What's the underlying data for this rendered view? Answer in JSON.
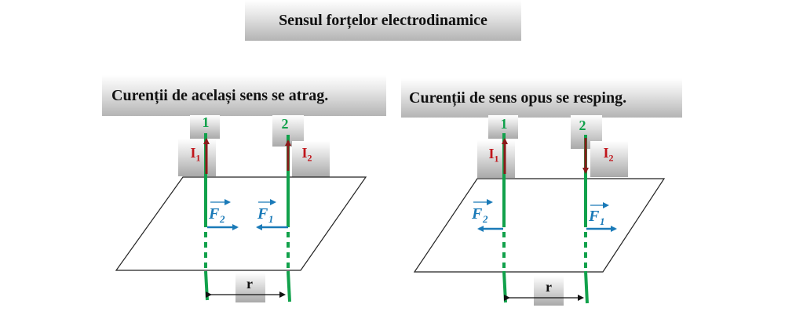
{
  "title": "Sensul forțelor electrodinamice",
  "panels": [
    {
      "caption": "Curenții de același sens se atrag.",
      "wire1": {
        "label": "1",
        "current": "I",
        "current_sub": "1",
        "current_dir": "up",
        "force": "F",
        "force_sub": "2",
        "force_dir": "right"
      },
      "wire2": {
        "label": "2",
        "current": "I",
        "current_sub": "2",
        "current_dir": "up",
        "force": "F",
        "force_sub": "1",
        "force_dir": "left"
      },
      "distance": "r"
    },
    {
      "caption": "Curenții de sens opus se resping.",
      "wire1": {
        "label": "1",
        "current": "I",
        "current_sub": "1",
        "current_dir": "up",
        "force": "F",
        "force_sub": "2",
        "force_dir": "left"
      },
      "wire2": {
        "label": "2",
        "current": "I",
        "current_sub": "2",
        "current_dir": "down",
        "force": "F",
        "force_sub": "1",
        "force_dir": "right"
      },
      "distance": "r"
    }
  ],
  "colors": {
    "wire": "#11a14b",
    "current": "#8b1a1a",
    "force": "#1a7ab8",
    "text_current": "#c0161c"
  }
}
